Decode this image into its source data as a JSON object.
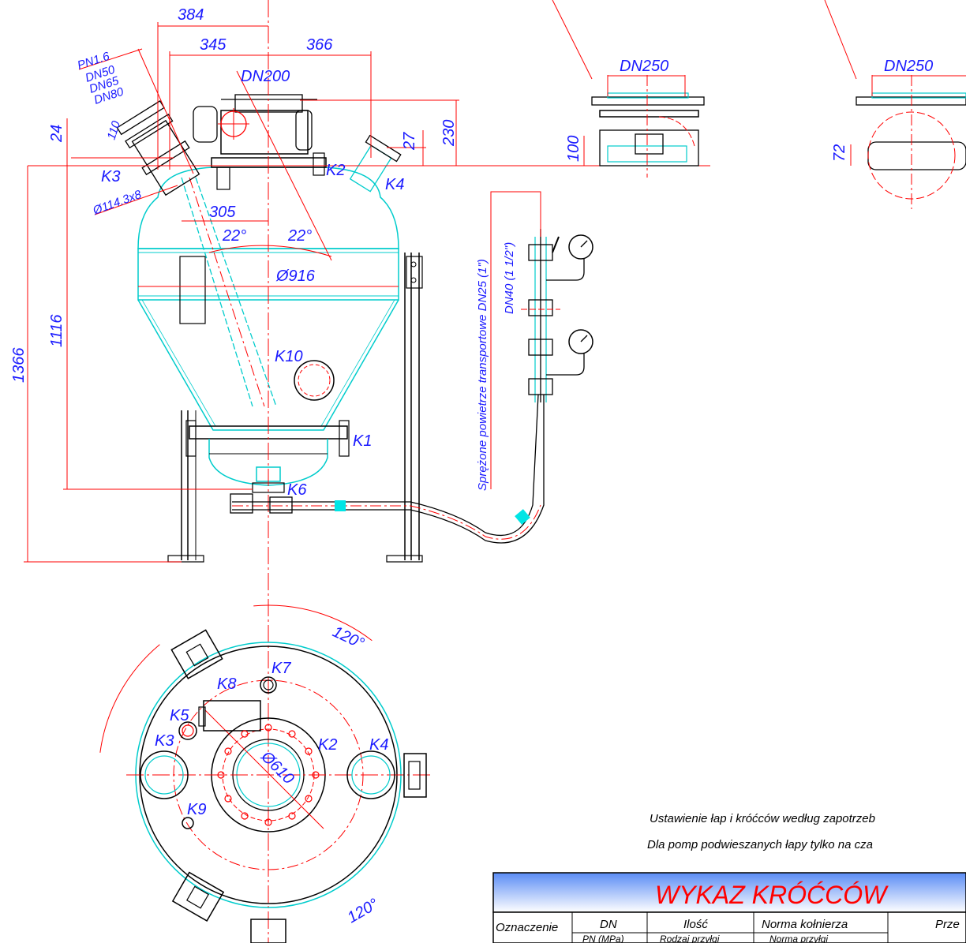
{
  "dimensions": {
    "d384": "384",
    "d345": "345",
    "d366": "366",
    "dn200": "DN200",
    "pn": "PN1.6",
    "dn50": "DN50",
    "dn65": "DN65",
    "dn80": "DN80",
    "d110": "110",
    "d24": "24",
    "d27": "27",
    "d230": "230",
    "pipe": "Ø114.3x8",
    "d305": "305",
    "a22l": "22°",
    "a22r": "22°",
    "d916": "Ø916",
    "d1116": "1116",
    "d1366": "1366",
    "dn250a": "DN250",
    "dn250b": "DN250",
    "d100": "100",
    "d72": "72",
    "a120t": "120°",
    "a120b": "120°",
    "d610": "Ø610"
  },
  "labels": {
    "k1": "K1",
    "k2": "K2",
    "k3": "K3",
    "k4": "K4",
    "k6": "K6",
    "k10": "K10",
    "pk2": "K2",
    "pk3": "K3",
    "pk4": "K4",
    "pk5": "K5",
    "pk7": "K7",
    "pk8": "K8",
    "pk9": "K9"
  },
  "air_line": {
    "text1": "Sprężone powietrze transportowe DN25 (1\")",
    "text2": "DN40 (1 1/2\")"
  },
  "notes": {
    "line1": "Ustawienie łap i króćców według zapotrzeb",
    "line2": "Dla pomp podwieszanych łapy tylko na cza"
  },
  "table": {
    "title": "WYKAZ KRÓĆCÓW",
    "headers": [
      "Oznaczenie",
      "DN",
      "Ilość",
      "Norma kołnierza",
      "Prze"
    ],
    "subheaders": [
      "PN (MPa)",
      "Rodzaj przyłgi",
      "Norma przyłgi"
    ]
  },
  "colors": {
    "outline": "#00e5e5",
    "dimension": "#ff0000",
    "text": "#1a1aff",
    "metal": "#000000"
  }
}
